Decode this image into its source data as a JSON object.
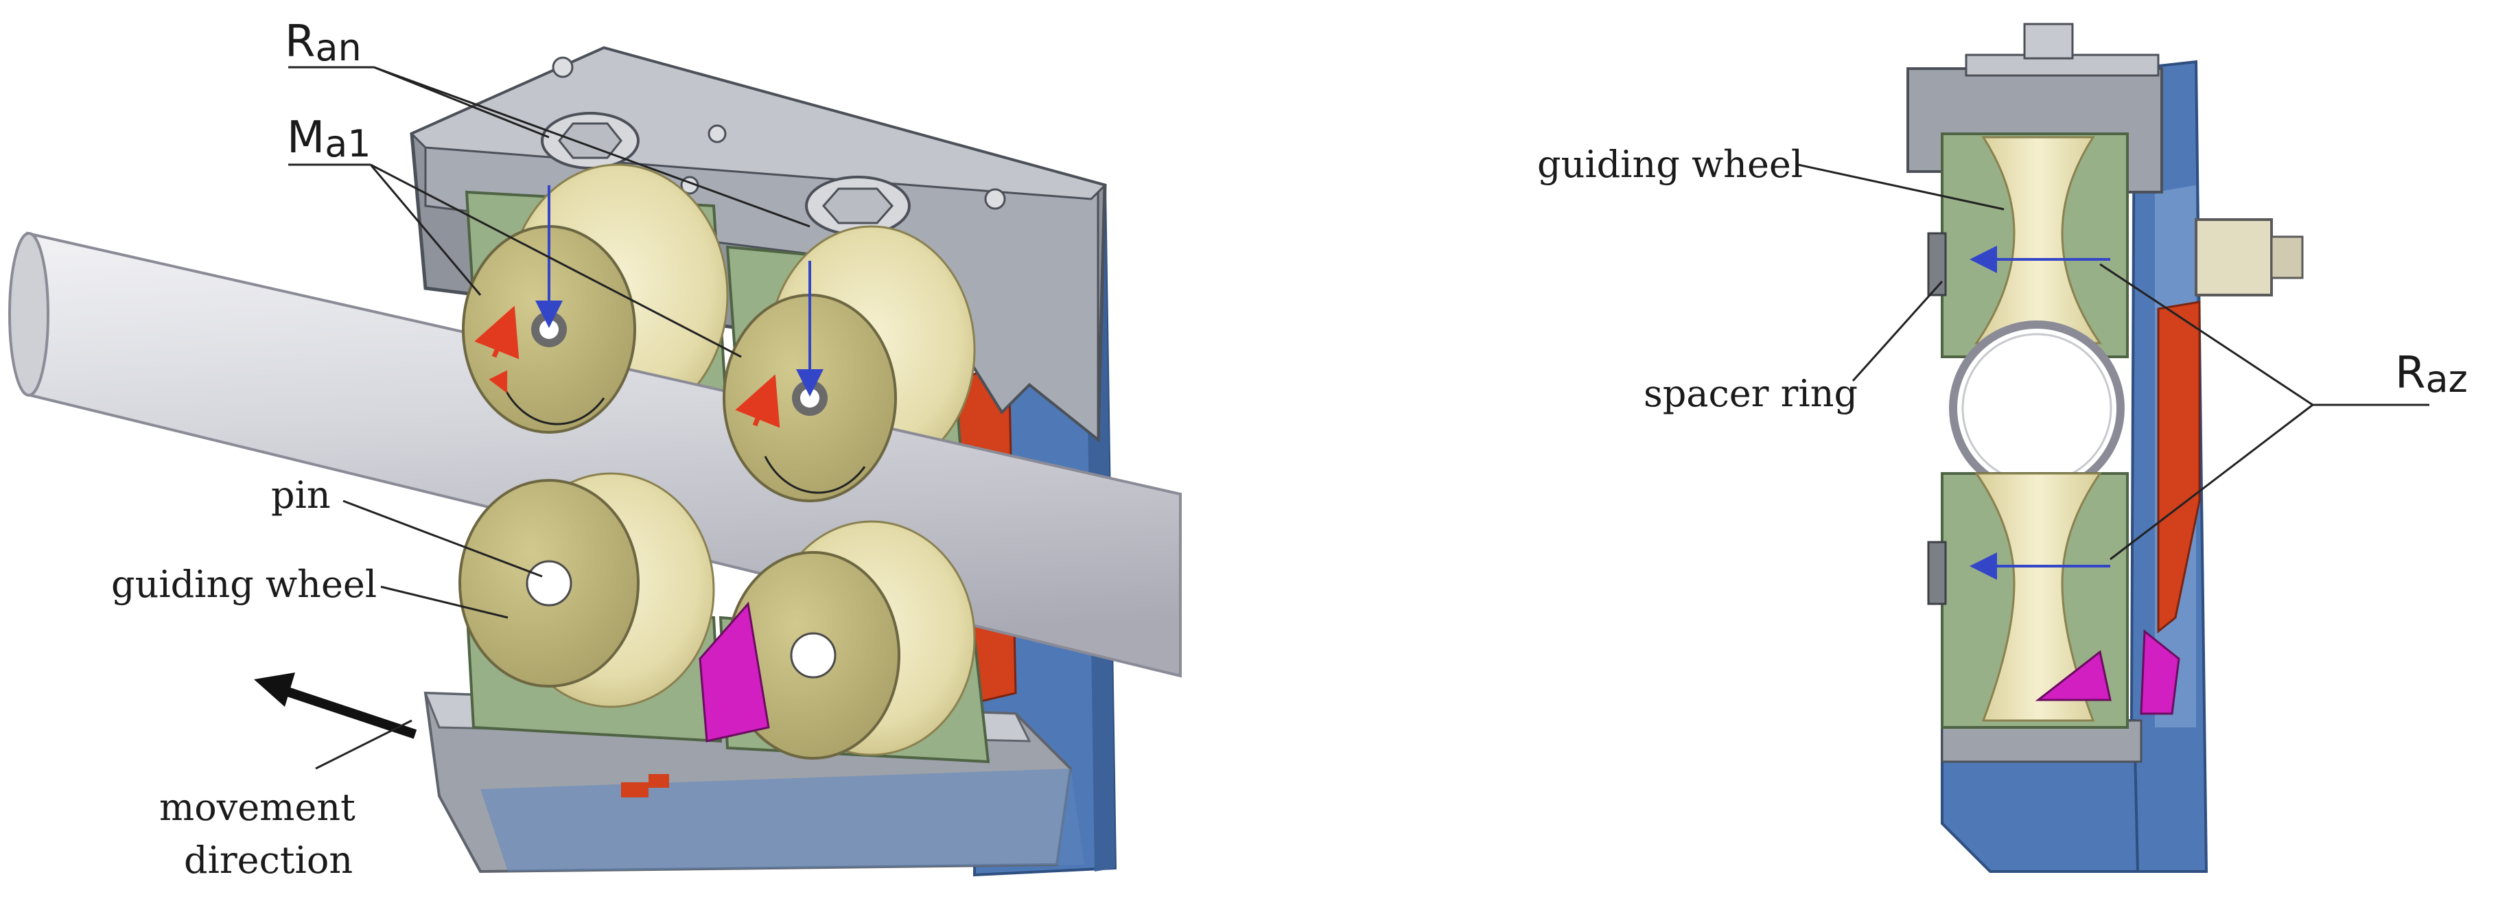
{
  "labels": {
    "r_an": {
      "base": "R",
      "sub": "an"
    },
    "m_a1": {
      "base": "M",
      "sub": "a1"
    },
    "pin": "pin",
    "guiding_wheel_left": "guiding wheel",
    "movement_direction_line1": "movement",
    "movement_direction_line2": "direction",
    "guiding_wheel_right": "guiding wheel",
    "spacer_ring": "spacer ring",
    "r_az": {
      "base": "R",
      "sub": "az"
    }
  },
  "colors": {
    "frame_gray": "#8f949c",
    "frame_dark": "#6b7078",
    "back_blue": "#4f79b6",
    "wheel_face": "#bfb578",
    "wheel_face_dark": "#9d9560",
    "roller": "#e9e2b6",
    "bracket_green": "#98b087",
    "bracket_dark": "#6f8a64",
    "tube": "#dcdde2",
    "tube_shade": "#b8b9c2",
    "red_part": "#d2401c",
    "magenta_part": "#d21fc1",
    "force_arrow": "#3446c8",
    "rotation_arrow": "#e23a1e"
  }
}
